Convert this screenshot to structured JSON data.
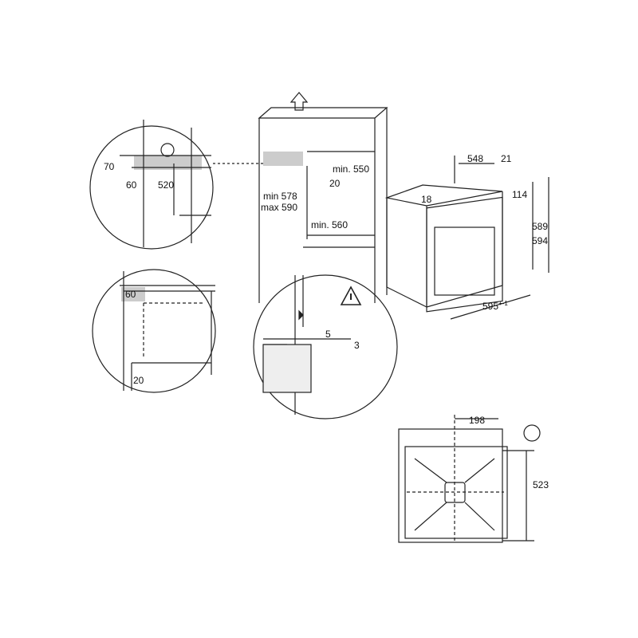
{
  "detail_top_left": {
    "d70": "70",
    "d60": "60",
    "d520": "520"
  },
  "detail_mid_left": {
    "d60": "60",
    "d20": "20"
  },
  "cabinet": {
    "min_height": "min 578",
    "max_height": "max 590",
    "min_depth": "min. 550",
    "d20": "20",
    "min_width": "min. 560"
  },
  "detail_gap": {
    "d5": "5",
    "d3": "3"
  },
  "oven": {
    "d548": "548",
    "d21": "21",
    "d18": "18",
    "d114": "114",
    "d589": "589",
    "d594": "594",
    "width": "595",
    "tolerance": "+-1"
  },
  "top_view": {
    "d198": "198",
    "d523": "523"
  },
  "colors": {
    "line": "#222222",
    "shade": "#cccccc"
  }
}
